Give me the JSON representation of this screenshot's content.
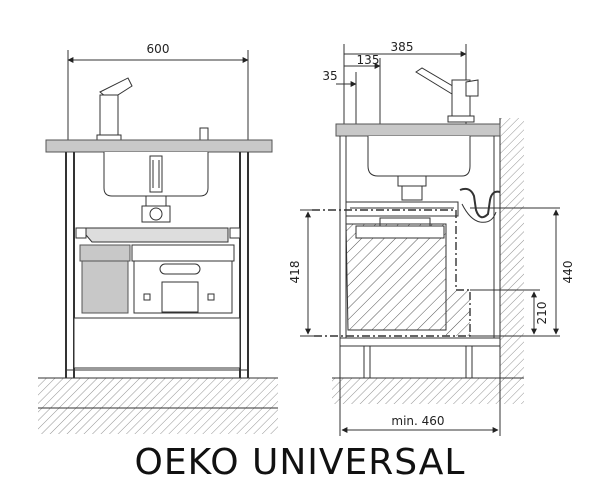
{
  "title": "OEKO UNIVERSAL",
  "front_view": {
    "width_label": "600"
  },
  "side_view": {
    "depth_label": "385",
    "offset_135_label": "135",
    "offset_35_label": "35",
    "height_418_label": "418",
    "height_440_label": "440",
    "height_210_label": "210",
    "min_depth_label": "min. 460"
  }
}
